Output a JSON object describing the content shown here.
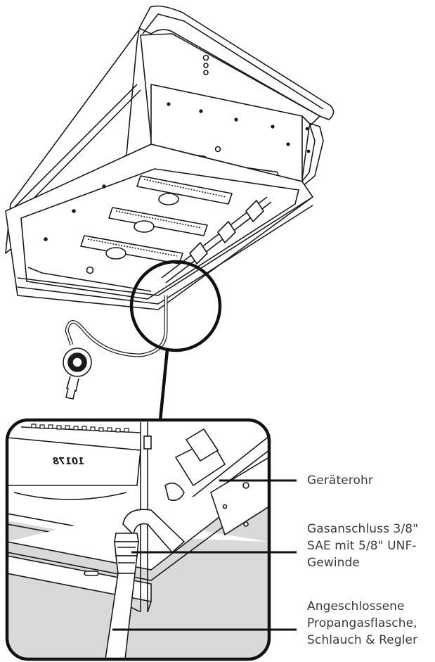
{
  "callouts": [
    {
      "id": "appliance-pipe",
      "lines": [
        "Geräterohr"
      ]
    },
    {
      "id": "gas-connection",
      "lines": [
        "Gasanschluss 3/8\"",
        "SAE mit 5/8\" UNF-",
        "Gewinde"
      ]
    },
    {
      "id": "propane-tank",
      "lines": [
        "Angeschlossene",
        "Propangasflasche,",
        "Schlauch & Regler"
      ]
    }
  ],
  "burner_stamp": "10178"
}
